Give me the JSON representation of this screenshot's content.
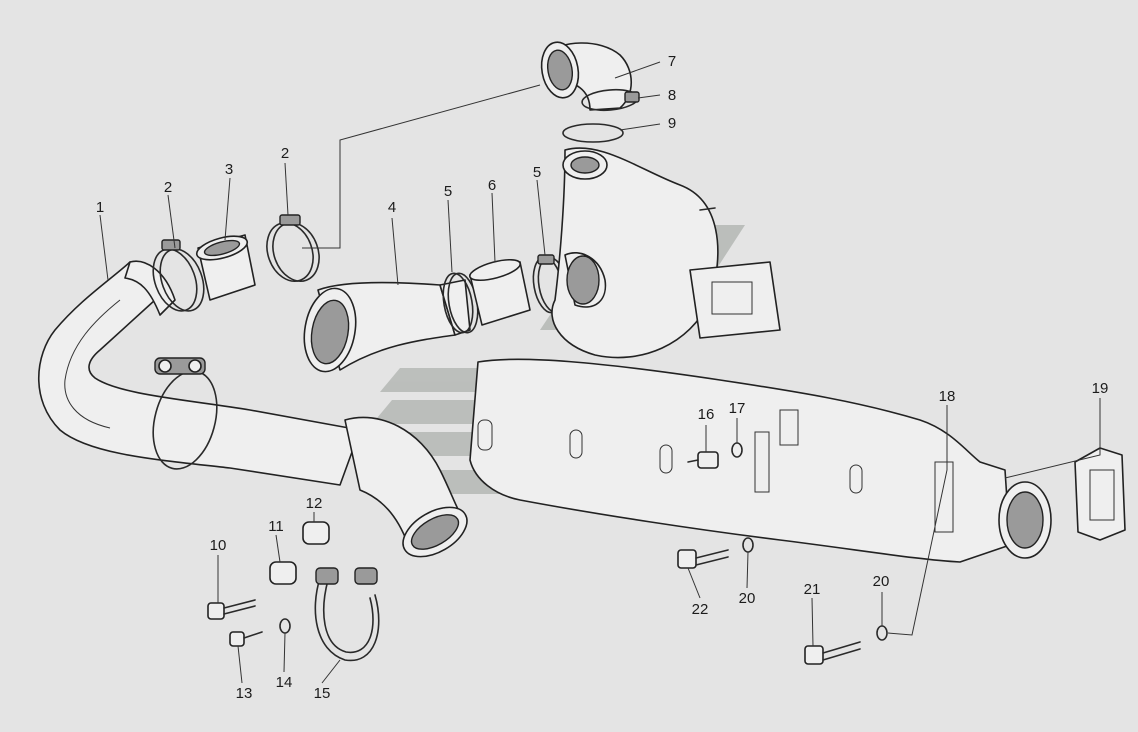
{
  "colors": {
    "background": "#e4e4e4",
    "line": "#2a2a2a",
    "watermark": "#9aa09a"
  },
  "watermark": {
    "icon": "stylized-stripes-logo"
  },
  "callouts": [
    {
      "id": "c1",
      "label": "1"
    },
    {
      "id": "c2a",
      "label": "2"
    },
    {
      "id": "c2b",
      "label": "2"
    },
    {
      "id": "c3",
      "label": "3"
    },
    {
      "id": "c4",
      "label": "4"
    },
    {
      "id": "c5a",
      "label": "5"
    },
    {
      "id": "c5b",
      "label": "5"
    },
    {
      "id": "c6",
      "label": "6"
    },
    {
      "id": "c7",
      "label": "7"
    },
    {
      "id": "c8",
      "label": "8"
    },
    {
      "id": "c9",
      "label": "9"
    },
    {
      "id": "c10",
      "label": "10"
    },
    {
      "id": "c11",
      "label": "11"
    },
    {
      "id": "c12",
      "label": "12"
    },
    {
      "id": "c13",
      "label": "13"
    },
    {
      "id": "c14",
      "label": "14"
    },
    {
      "id": "c15",
      "label": "15"
    },
    {
      "id": "c16",
      "label": "16"
    },
    {
      "id": "c17",
      "label": "17"
    },
    {
      "id": "c18",
      "label": "18"
    },
    {
      "id": "c19",
      "label": "19"
    },
    {
      "id": "c20a",
      "label": "20"
    },
    {
      "id": "c20b",
      "label": "20"
    },
    {
      "id": "c21",
      "label": "21"
    },
    {
      "id": "c22",
      "label": "22"
    }
  ]
}
